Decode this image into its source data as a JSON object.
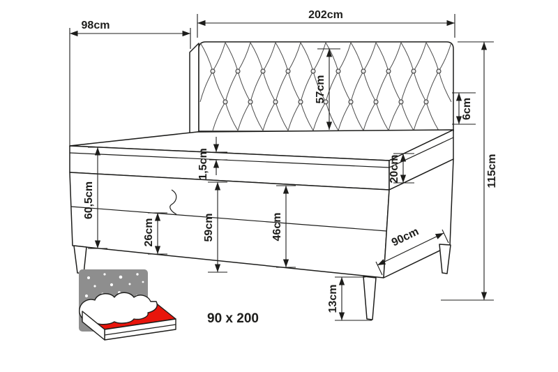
{
  "diagram": {
    "type": "bed-dimension-diagram",
    "dimensions": {
      "total_width": "202cm",
      "total_depth": "98cm",
      "headboard_height": "57cm",
      "headboard_bottom_gap": "6cm",
      "total_height": "115cm",
      "topper_height": "1,5cm",
      "mattress_height": "20cm",
      "left_side_height": "60,5cm",
      "drawer_front_height": "26cm",
      "front_panel_height": "59cm",
      "base_height": "46cm",
      "bed_width": "90cm",
      "leg_height": "13cm"
    },
    "badge": {
      "size_label": "90 x 200"
    },
    "colors": {
      "line": "#1d1d1b",
      "mattress_red": "#e8150c",
      "icon_grey": "#8e8e8e"
    }
  }
}
